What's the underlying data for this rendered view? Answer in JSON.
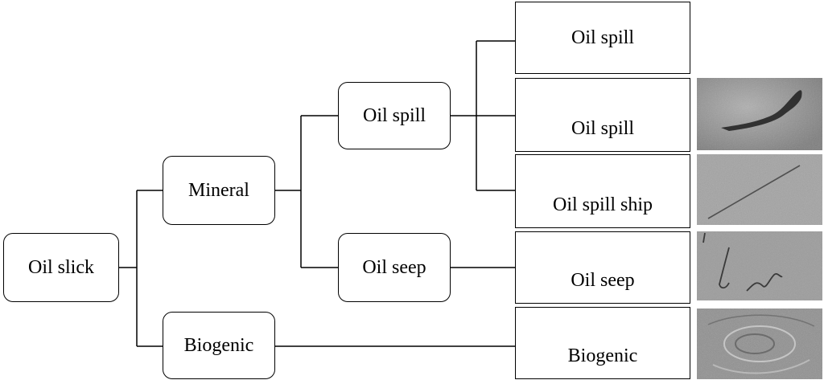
{
  "root": {
    "label": "Oil slick"
  },
  "level1": {
    "mineral": "Mineral",
    "biogenic": "Biogenic"
  },
  "level2": {
    "oil_spill": "Oil spill",
    "oil_seep": "Oil seep"
  },
  "leaves": [
    {
      "label": "Oil spill"
    },
    {
      "label": "Oil spill"
    },
    {
      "label": "Oil spill ship"
    },
    {
      "label": "Oil seep"
    },
    {
      "label": "Biogenic"
    }
  ],
  "thumbnails": [
    {
      "icon": "oil-spill-texture"
    },
    {
      "icon": "oil-spill-ship-texture"
    },
    {
      "icon": "oil-seep-texture"
    },
    {
      "icon": "biogenic-texture"
    }
  ]
}
